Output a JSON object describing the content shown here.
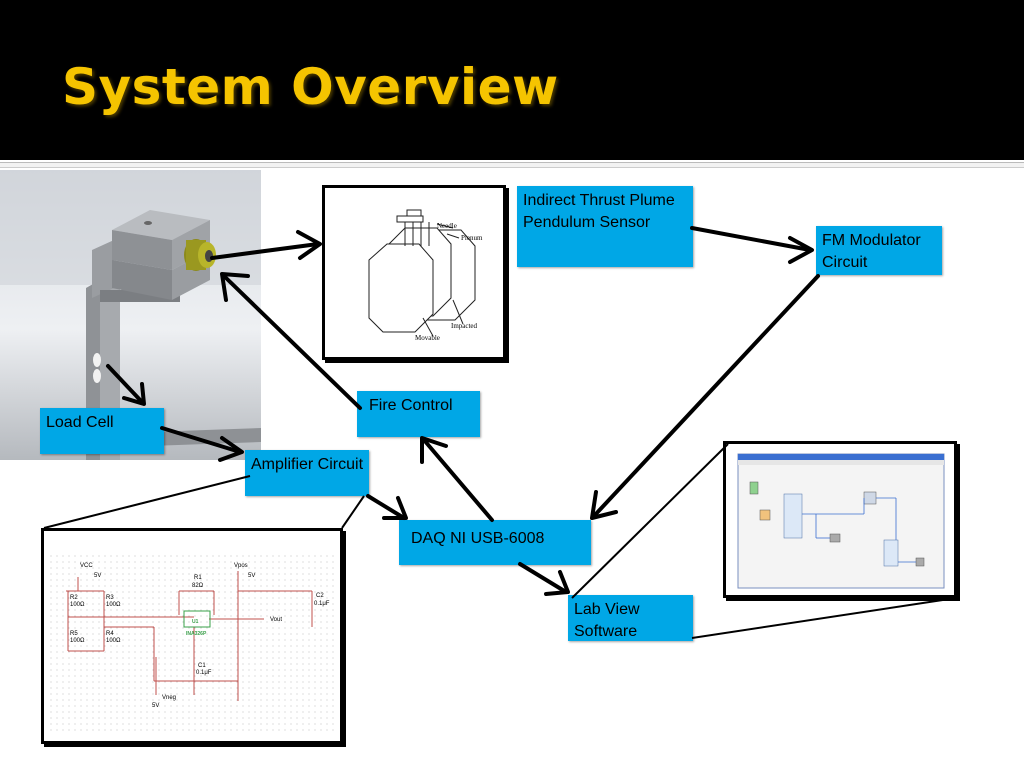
{
  "slide": {
    "title": "System Overview"
  },
  "boxes": {
    "load_cell": "Load Cell",
    "amplifier": "Amplifier Circuit",
    "daq": "DAQ NI USB-6008",
    "fire_control": "Fire Control",
    "plume_sensor": "Indirect Thrust Plume Pendulum Sensor",
    "fm_modulator": "FM Modulator Circuit",
    "labview": "Lab View Software"
  },
  "schematic_sketch": {
    "labels": [
      "Needle",
      "Plenum",
      "Impacted",
      "Movable"
    ]
  },
  "circuit": {
    "labels": {
      "vcc": "VCC",
      "vcc_val": "5V",
      "vpos": "Vpos",
      "vpos_val": "5V",
      "vneg": "Vneg",
      "vneg_val": "5V",
      "r1": "R1",
      "r1_val": "82Ω",
      "r2": "R2",
      "r2_val": "100Ω",
      "r3": "R3",
      "r3_val": "100Ω",
      "r4": "R4",
      "r4_val": "100Ω",
      "r5": "R5",
      "r5_val": "100Ω",
      "c1": "C1",
      "c1_val": "0.1μF",
      "c2": "C2",
      "c2_val": "0.1μF",
      "u1": "U1",
      "u1_part": "INA326P",
      "vout": "Vout"
    }
  },
  "colors": {
    "title": "#f5c400",
    "box_fill": "#00a7e6",
    "background_top": "#000000",
    "content": "#ffffff",
    "circuit_wire": "#c0504d",
    "opamp": "#3aa04a"
  }
}
